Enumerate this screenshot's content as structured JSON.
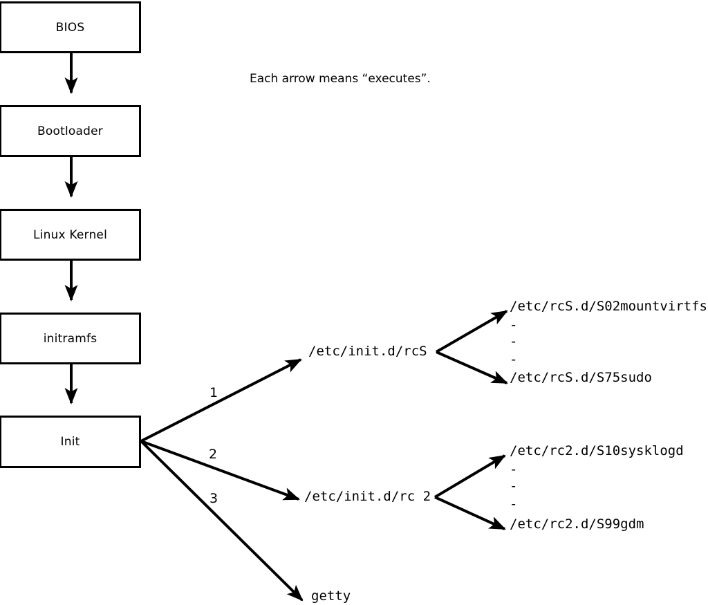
{
  "diagram": {
    "caption": "Each arrow means “executes”.",
    "boot_chain": [
      {
        "label": "BIOS"
      },
      {
        "label": "Bootloader"
      },
      {
        "label": "Linux Kernel"
      },
      {
        "label": "initramfs"
      },
      {
        "label": "Init"
      }
    ],
    "init_branches": [
      {
        "number": "1",
        "label": "/etc/init.d/rcS"
      },
      {
        "number": "2",
        "label": "/etc/init.d/rc 2"
      },
      {
        "number": "3",
        "label": "getty"
      }
    ],
    "rcs_scripts": {
      "first": "/etc/rcS.d/S02mountvirtfs",
      "ellipsis": [
        "-",
        "-",
        "-"
      ],
      "last": "/etc/rcS.d/S75sudo"
    },
    "rc2_scripts": {
      "first": "/etc/rc2.d/S10sysklogd",
      "ellipsis": [
        "-",
        "-",
        "-"
      ],
      "last": "/etc/rc2.d/S99gdm"
    },
    "colors": {
      "stroke": "#000000",
      "background": "#ffffff",
      "text": "#000000"
    }
  }
}
